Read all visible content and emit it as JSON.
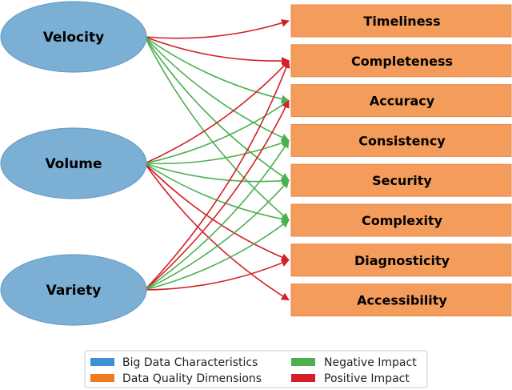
{
  "characteristics": [
    "Velocity",
    "Volume",
    "Variety"
  ],
  "dimensions": [
    "Timeliness",
    "Completeness",
    "Accuracy",
    "Consistency",
    "Security",
    "Complexity",
    "Diagnosticity",
    "Accessibility"
  ],
  "colors": {
    "characteristic_fill": "#7bafd4",
    "characteristic_stroke": "#6a9ec4",
    "dimension_fill": "#f39c5b",
    "dimension_stroke": "#e8894a",
    "negative": "#4caf50",
    "positive": "#d32027",
    "legend_characteristic": "#3f8fd2",
    "legend_dimension": "#f07a1e"
  },
  "edges": [
    {
      "from": "Velocity",
      "to": "Timeliness",
      "impact": "positive"
    },
    {
      "from": "Velocity",
      "to": "Completeness",
      "impact": "positive"
    },
    {
      "from": "Velocity",
      "to": "Accuracy",
      "impact": "negative"
    },
    {
      "from": "Velocity",
      "to": "Consistency",
      "impact": "negative"
    },
    {
      "from": "Velocity",
      "to": "Security",
      "impact": "negative"
    },
    {
      "from": "Velocity",
      "to": "Complexity",
      "impact": "negative"
    },
    {
      "from": "Volume",
      "to": "Completeness",
      "impact": "positive"
    },
    {
      "from": "Volume",
      "to": "Accuracy",
      "impact": "negative"
    },
    {
      "from": "Volume",
      "to": "Consistency",
      "impact": "negative"
    },
    {
      "from": "Volume",
      "to": "Security",
      "impact": "negative"
    },
    {
      "from": "Volume",
      "to": "Complexity",
      "impact": "negative"
    },
    {
      "from": "Volume",
      "to": "Diagnosticity",
      "impact": "positive"
    },
    {
      "from": "Volume",
      "to": "Accessibility",
      "impact": "positive"
    },
    {
      "from": "Variety",
      "to": "Completeness",
      "impact": "positive"
    },
    {
      "from": "Variety",
      "to": "Accuracy",
      "impact": "positive"
    },
    {
      "from": "Variety",
      "to": "Consistency",
      "impact": "negative"
    },
    {
      "from": "Variety",
      "to": "Security",
      "impact": "negative"
    },
    {
      "from": "Variety",
      "to": "Complexity",
      "impact": "negative"
    },
    {
      "from": "Variety",
      "to": "Diagnosticity",
      "impact": "positive"
    }
  ],
  "legend": {
    "items": [
      {
        "label": "Big Data Characteristics",
        "color": "#3f8fd2"
      },
      {
        "label": "Data Quality Dimensions",
        "color": "#f07a1e"
      },
      {
        "label": "Negative Impact",
        "color": "#4caf50"
      },
      {
        "label": "Positive Impact",
        "color": "#d32027"
      }
    ]
  }
}
